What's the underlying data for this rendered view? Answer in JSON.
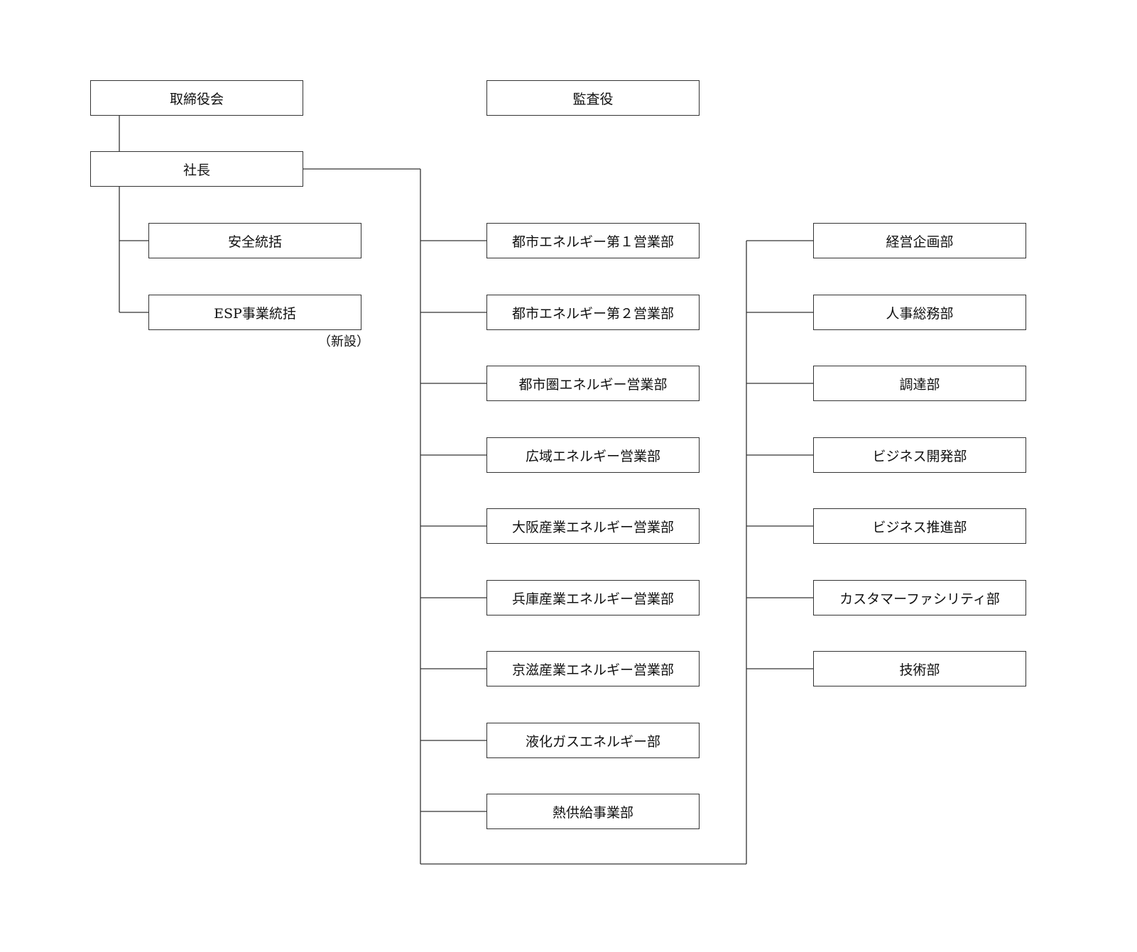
{
  "board": "取締役会",
  "auditor": "監査役",
  "president": "社長",
  "staff": [
    "安全統括",
    "ESP事業統括"
  ],
  "staff_note": "（新設）",
  "sales_departments": [
    "都市エネルギー第１営業部",
    "都市エネルギー第２営業部",
    "都市圏エネルギー営業部",
    "広域エネルギー営業部",
    "大阪産業エネルギー営業部",
    "兵庫産業エネルギー営業部",
    "京滋産業エネルギー営業部",
    "液化ガスエネルギー部",
    "熱供給事業部"
  ],
  "corporate_departments": [
    "経営企画部",
    "人事総務部",
    "調達部",
    "ビジネス開発部",
    "ビジネス推進部",
    "カスタマーファシリティ部",
    "技術部"
  ]
}
